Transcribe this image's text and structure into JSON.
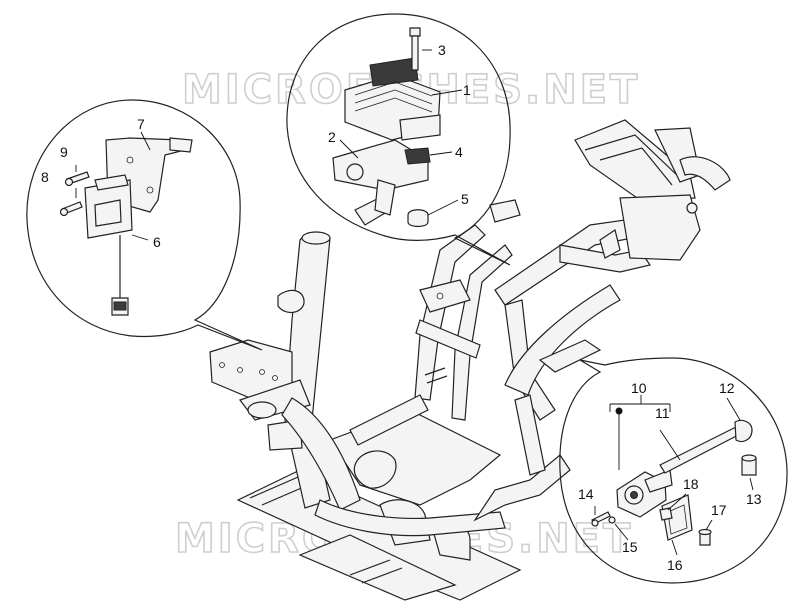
{
  "watermark": {
    "top": "MICROFICHES.NET",
    "bottom": "MICROFICHES.NET"
  },
  "callouts": {
    "c1": "1",
    "c2": "2",
    "c3": "3",
    "c4": "4",
    "c5": "5",
    "c6": "6",
    "c7": "7",
    "c8": "8",
    "c9": "9",
    "c10": "10",
    "c11": "11",
    "c12": "12",
    "c13": "13",
    "c14": "14",
    "c15": "15",
    "c16": "16",
    "c17": "17",
    "c18": "18"
  },
  "colors": {
    "ink": "#222222",
    "watermark": "#cfcfcf",
    "background": "#ffffff"
  }
}
